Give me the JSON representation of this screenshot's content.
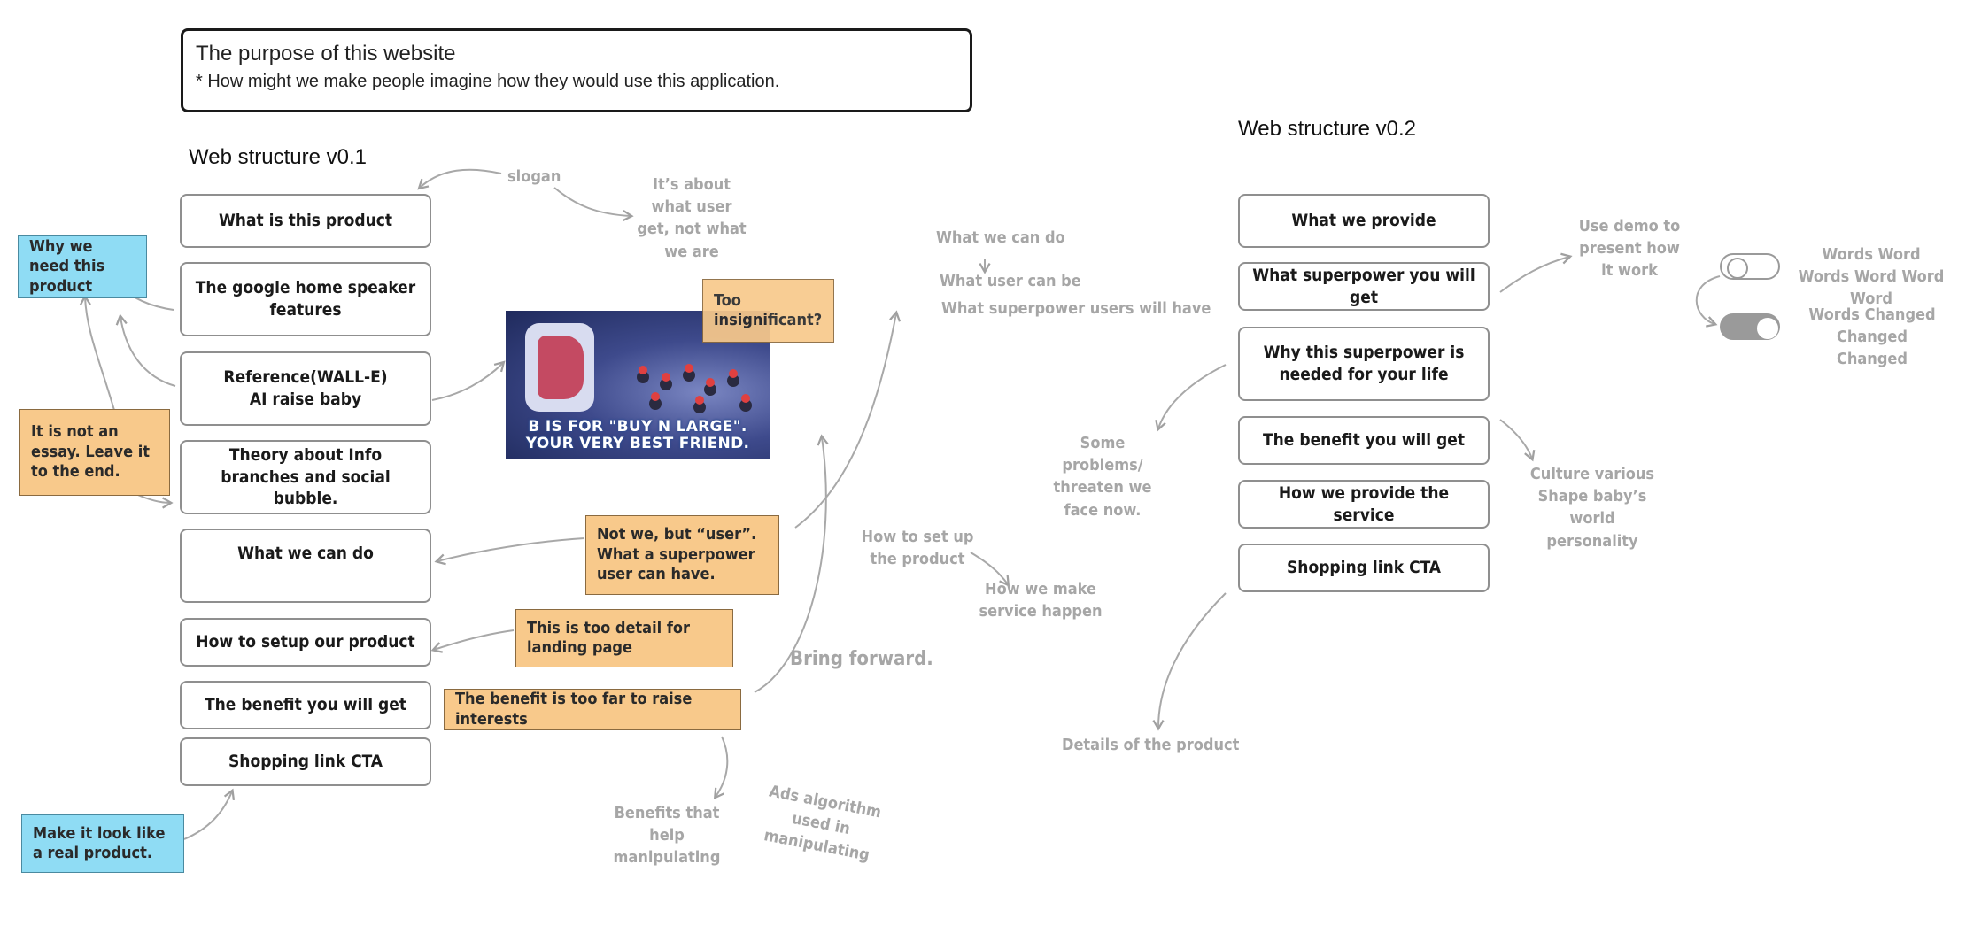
{
  "purpose": {
    "title": "The purpose of this website",
    "subtitle": "* How might we make people imagine how they would use this application."
  },
  "v1": {
    "heading": "Web structure v0.1",
    "boxes": [
      "What is this product",
      "The google home speaker features",
      "Reference(WALL-E)\nAI raise baby",
      "Theory about Info branches and social bubble.",
      "What we can do",
      "How to setup our product",
      "The benefit you will get",
      "Shopping link CTA"
    ]
  },
  "v2": {
    "heading": "Web structure v0.2",
    "boxes": [
      "What we provide",
      "What superpower you will get",
      "Why this superpower is needed for your life",
      "The benefit you will get",
      "How we provide the service",
      "Shopping link CTA"
    ]
  },
  "stickies": {
    "why_need": "Why we need this product",
    "not_essay": "It is not an essay. Leave it to the end.",
    "real_product": "Make it look like a real product.",
    "too_insignificant": "Too insignificant?",
    "not_we": "Not we, but “user”. What a superpower user can have.",
    "too_detail": "This is too detail for landing page",
    "benefit_far": "The benefit is too far to raise interests"
  },
  "notes": {
    "slogan": "slogan",
    "about_user": "It’s about what user get, not what we are",
    "what_we_can_do": "What we can do",
    "what_user_can_be": "What user can be",
    "what_superpower": "What superpower users will have",
    "how_setup": "How to set up the product",
    "how_service": "How we make service happen",
    "bring_forward": "Bring forward.",
    "benefits_manipulating": "Benefits that help manipulating",
    "ads_algorithm": "Ads algorithm used in manipulating",
    "some_problems": "Some problems/ threaten we face now.",
    "details_product": "Details of the product",
    "use_demo": "Use demo to present how it work",
    "culture": "Culture various Shape baby’s world personality",
    "words_1": "Words Word Words Word Word Word",
    "words_2": "Words Changed Changed Changed"
  },
  "image": {
    "caption": "B IS FOR \"BUY N LARGE\". YOUR VERY BEST FRIEND."
  },
  "toggles": [
    {
      "state": "off"
    },
    {
      "state": "on"
    }
  ]
}
